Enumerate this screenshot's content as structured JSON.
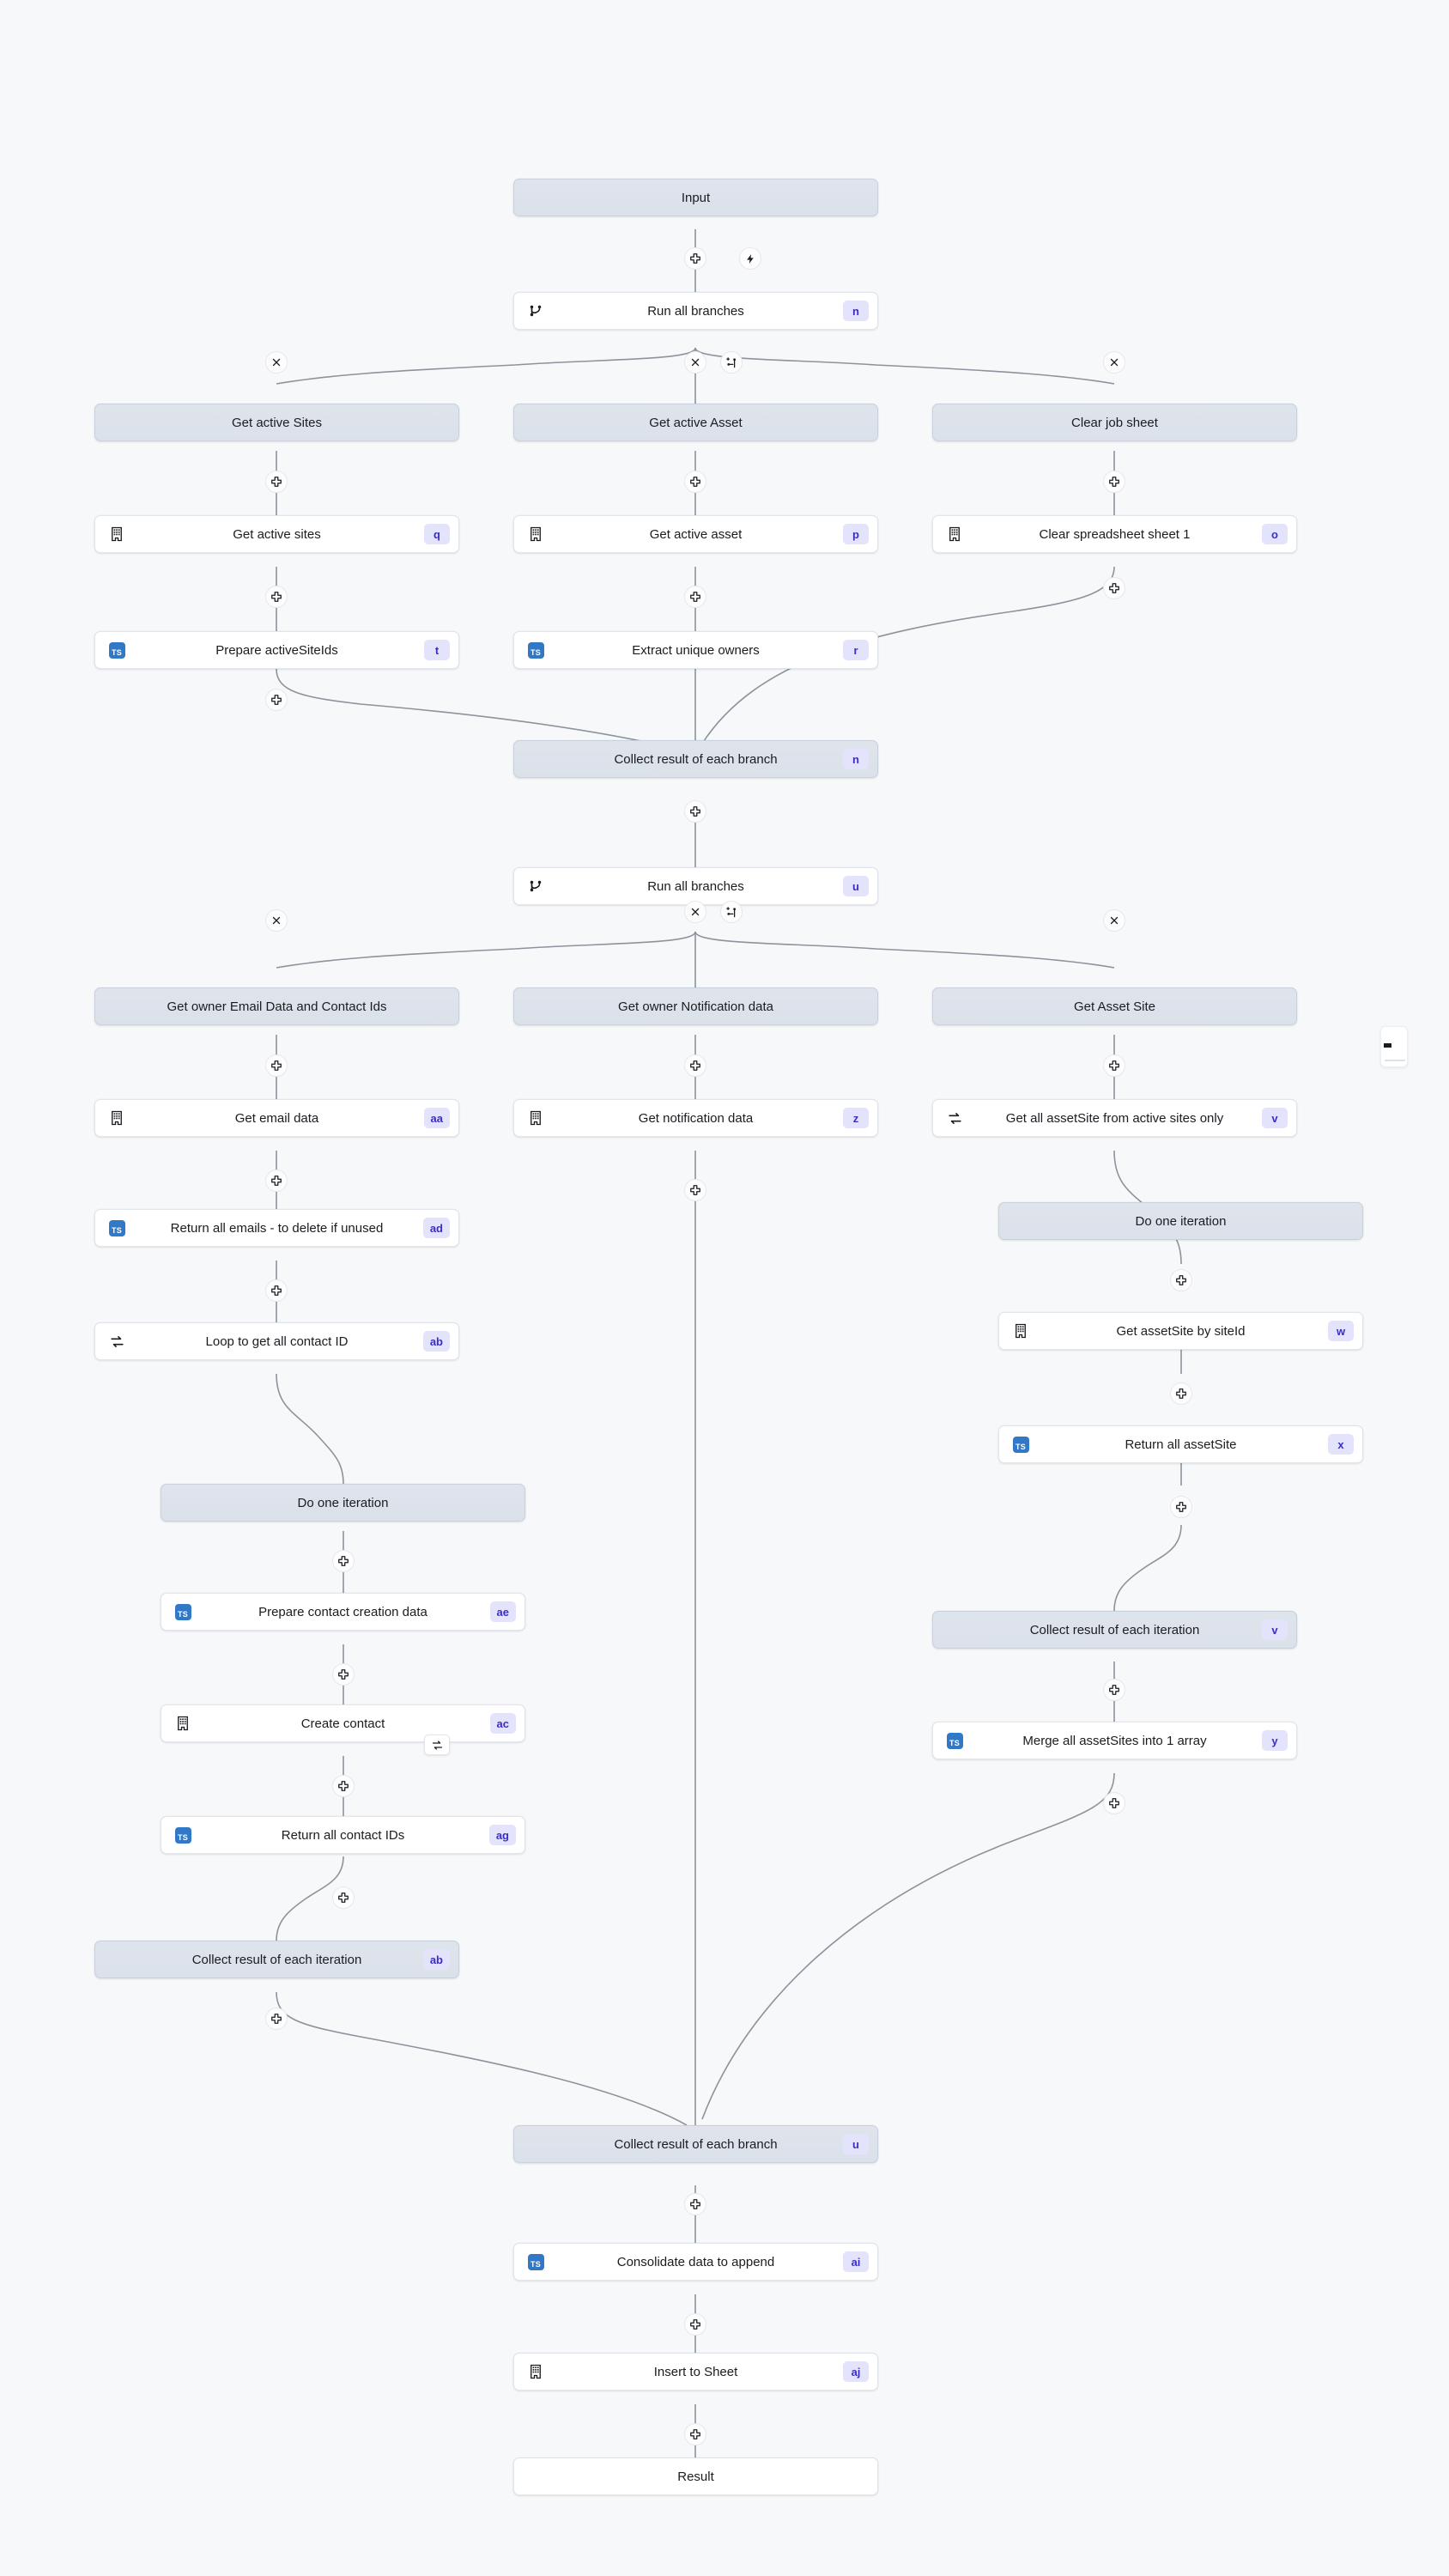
{
  "meta": {
    "title": "Workflow builder canvas",
    "background_color": "#f7f8fa",
    "group_node_color": "#dfe4ec",
    "step_node_color": "#ffffff",
    "badge_bg_color": "#e3e3fb",
    "badge_text_color": "#3b2ec4",
    "ts_icon_color": "#3178c6",
    "edge_color": "#8d929c"
  },
  "icons": {
    "branch": "branch-icon",
    "plus": "plus-icon",
    "lightning": "lightning-icon",
    "close": "close-icon",
    "add_branch": "add-branch-icon",
    "loop": "loop-icon",
    "building": "building-icon",
    "typescript": "typescript-icon"
  },
  "nodes": {
    "input": {
      "label": "Input",
      "badge": ""
    },
    "run_all_branches_1": {
      "label": "Run all branches",
      "badge": "n"
    },
    "group_get_active_sites": {
      "label": "Get active Sites",
      "badge": ""
    },
    "get_active_sites": {
      "label": "Get active sites",
      "badge": "q"
    },
    "prepare_active_site_ids": {
      "label": "Prepare activeSiteIds",
      "badge": "t"
    },
    "group_get_active_asset": {
      "label": "Get active Asset",
      "badge": ""
    },
    "get_active_asset": {
      "label": "Get active asset",
      "badge": "p"
    },
    "extract_unique_owners": {
      "label": "Extract unique owners",
      "badge": "r"
    },
    "group_clear_job_sheet": {
      "label": "Clear job sheet",
      "badge": ""
    },
    "clear_spreadsheet_sheet_1": {
      "label": "Clear spreadsheet sheet 1",
      "badge": "o"
    },
    "collect_branch_1": {
      "label": "Collect result of each branch",
      "badge": "n"
    },
    "run_all_branches_2": {
      "label": "Run all branches",
      "badge": "u"
    },
    "group_owner_email": {
      "label": "Get owner Email Data and Contact Ids",
      "badge": ""
    },
    "get_email_data": {
      "label": "Get email data",
      "badge": "aa"
    },
    "return_all_emails": {
      "label": "Return all emails - to delete if unused",
      "badge": "ad"
    },
    "loop_contact_id": {
      "label": "Loop to get all contact ID",
      "badge": "ab"
    },
    "group_do_one_iteration_left": {
      "label": "Do one iteration",
      "badge": ""
    },
    "prepare_contact_creation": {
      "label": "Prepare contact creation data",
      "badge": "ae"
    },
    "create_contact": {
      "label": "Create contact",
      "badge": "ac"
    },
    "return_all_contact_ids": {
      "label": "Return all contact IDs",
      "badge": "ag"
    },
    "collect_iteration_left": {
      "label": "Collect result of each iteration",
      "badge": "ab"
    },
    "group_owner_notification": {
      "label": "Get owner Notification data",
      "badge": ""
    },
    "get_notification_data": {
      "label": "Get notification data",
      "badge": "z"
    },
    "group_get_asset_site": {
      "label": "Get Asset Site",
      "badge": ""
    },
    "get_all_assetsite": {
      "label": "Get all assetSite from active sites only",
      "badge": "v"
    },
    "group_do_one_iteration_right": {
      "label": "Do one iteration",
      "badge": ""
    },
    "get_assetsite_by_siteid": {
      "label": "Get assetSite by siteId",
      "badge": "w"
    },
    "return_all_assetsite": {
      "label": "Return all assetSite",
      "badge": "x"
    },
    "collect_iteration_right": {
      "label": "Collect result of each iteration",
      "badge": "v"
    },
    "merge_all_assetsites": {
      "label": "Merge all assetSites into 1 array",
      "badge": "y"
    },
    "collect_branch_2": {
      "label": "Collect result of each branch",
      "badge": "u"
    },
    "consolidate_data": {
      "label": "Consolidate data to append",
      "badge": "ai"
    },
    "insert_to_sheet": {
      "label": "Insert to Sheet",
      "badge": "aj"
    },
    "result": {
      "label": "Result",
      "badge": ""
    }
  }
}
